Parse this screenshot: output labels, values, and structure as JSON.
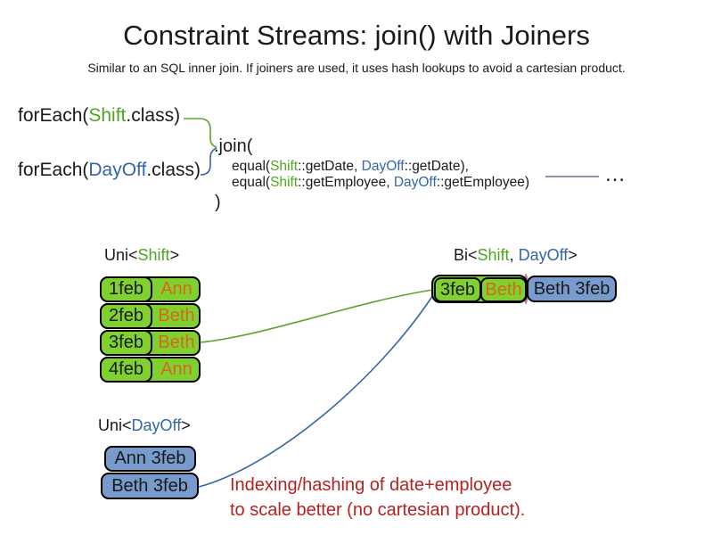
{
  "title": "Constraint Streams: join() with Joiners",
  "subtitle": "Similar to an SQL inner join. If joiners are used, it uses hash lookups to avoid a cartesian product.",
  "colors": {
    "shift_green_text": "#50A520",
    "dayoff_blue_text": "#3465A4",
    "box_green_fill": "#80D02F",
    "box_blue_fill": "#789BCD",
    "employee_orange_text": "#D4691E",
    "annotation_red": "#B22222",
    "connector_purple": "#8064A2"
  },
  "code": {
    "foreach_shift": {
      "prefix": "forEach(",
      "class_name": "Shift",
      "suffix": ".class)"
    },
    "foreach_dayoff": {
      "prefix": "forEach(",
      "class_name": "DayOff",
      "suffix": ".class)"
    },
    "join_open": ".join(",
    "joiner1": {
      "prefix": "equal(",
      "left_class": "Shift",
      "left_rest": "::getDate, ",
      "right_class": "DayOff",
      "right_rest": "::getDate),"
    },
    "joiner2": {
      "prefix": "equal(",
      "left_class": "Shift",
      "left_rest": "::getEmployee, ",
      "right_class": "DayOff",
      "right_rest": "::getEmployee)"
    },
    "join_close": ")",
    "ellipsis": "…"
  },
  "shift_stream": {
    "label": {
      "prefix": "Uni<",
      "class_name": "Shift",
      "suffix": ">"
    },
    "rows": [
      {
        "date": "1feb",
        "employee": "Ann"
      },
      {
        "date": "2feb",
        "employee": "Beth"
      },
      {
        "date": "3feb",
        "employee": "Beth"
      },
      {
        "date": "4feb",
        "employee": "Ann"
      }
    ]
  },
  "dayoff_stream": {
    "label": {
      "prefix": "Uni<",
      "class_name": "DayOff",
      "suffix": ">"
    },
    "rows": [
      {
        "text": "Ann 3feb"
      },
      {
        "text": "Beth 3feb"
      }
    ]
  },
  "bi_stream": {
    "label": {
      "prefix": "Bi<",
      "class_name_1": "Shift",
      "separator": ", ",
      "class_name_2": "DayOff",
      "suffix": ">"
    },
    "row": {
      "shift_date": "3feb",
      "shift_employee": "Beth",
      "dayoff": "Beth 3feb"
    }
  },
  "annotation": {
    "line1": "Indexing/hashing of date+employee",
    "line2": "to scale better (no cartesian product)."
  }
}
